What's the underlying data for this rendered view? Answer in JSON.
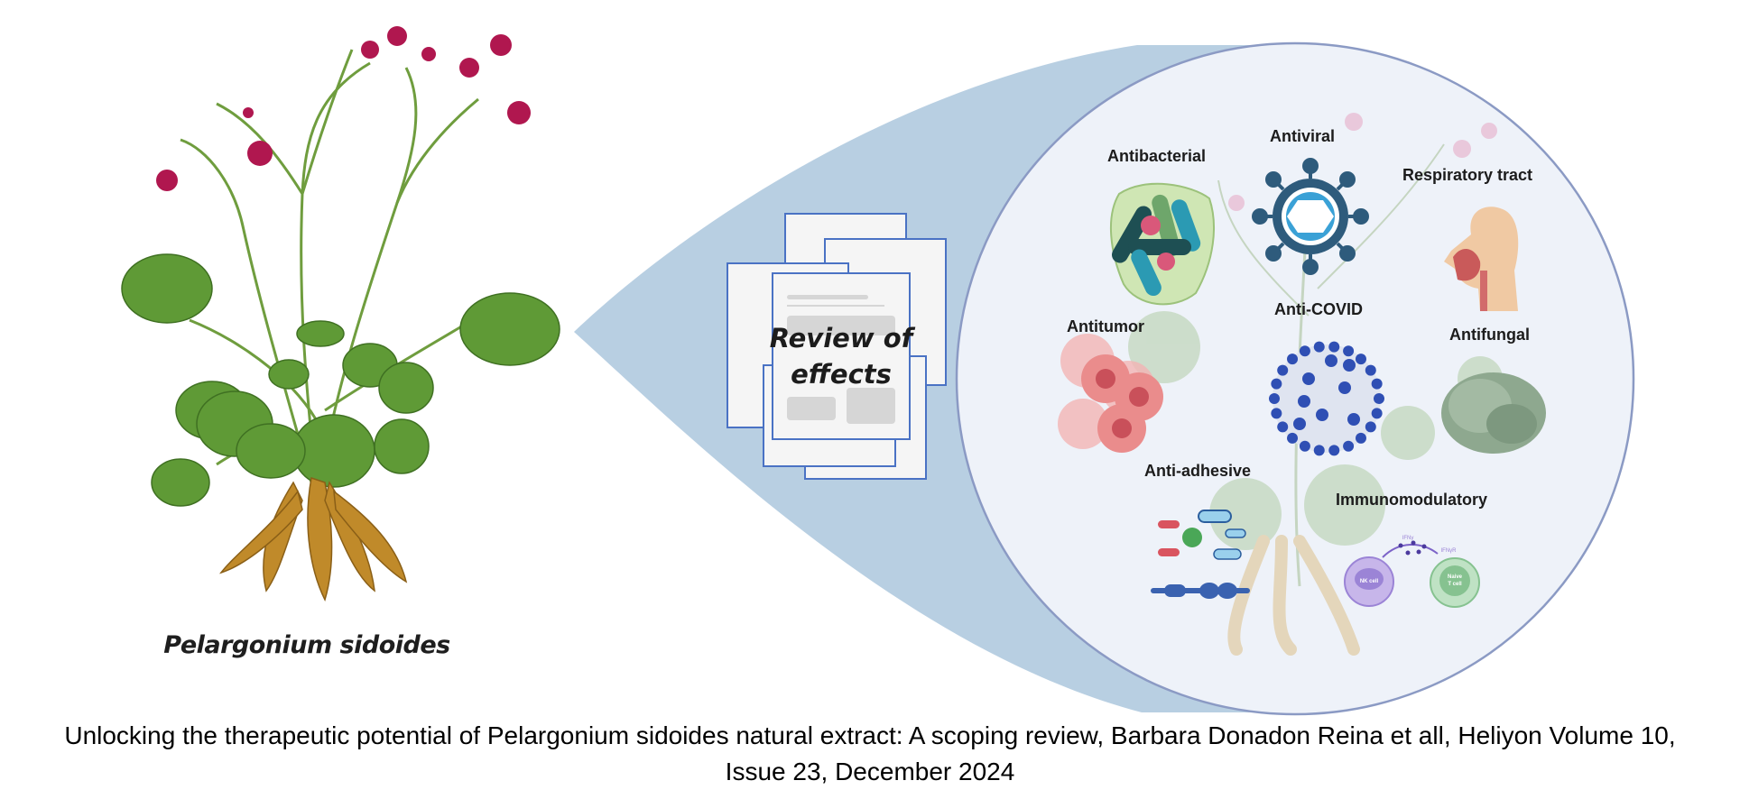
{
  "figure": {
    "species_label": "Pelargonium sidoides",
    "documents_label_line1": "Review of",
    "documents_label_line2": "effects",
    "colors": {
      "cone": "#b8cfe2",
      "circle_fill": "#eef2f9",
      "circle_border": "#8b9ac4",
      "doc_border": "#4a72c4",
      "flower": "#b0174f",
      "leaf": "#5f9a36",
      "root": "#c08a2a"
    },
    "effects": [
      {
        "label": "Antibacterial",
        "icon": "bacteria-cluster-icon"
      },
      {
        "label": "Antiviral",
        "icon": "virus-icon"
      },
      {
        "label": "Respiratory tract",
        "icon": "head-airway-icon"
      },
      {
        "label": "Antitumor",
        "icon": "tumor-cells-icon"
      },
      {
        "label": "Anti-COVID",
        "icon": "coronavirus-icon"
      },
      {
        "label": "Antifungal",
        "icon": "fungus-icon"
      },
      {
        "label": "Anti-adhesive",
        "icon": "bacteria-adhesion-icon"
      },
      {
        "label": "Immunomodulatory",
        "icon": "immune-cells-icon"
      }
    ],
    "immune_diagram": {
      "cell1": "NK cell",
      "cell2_line1": "Naive",
      "cell2_line2": "T cell",
      "cytokine": "IFNγ",
      "receptor": "IFNγR"
    }
  },
  "caption": {
    "line1": "Unlocking the therapeutic potential of Pelargonium sidoides natural extract: A scoping review, Barbara Donadon Reina et all, Heliyon Volume 10,",
    "line2": "Issue 23, December 2024"
  }
}
